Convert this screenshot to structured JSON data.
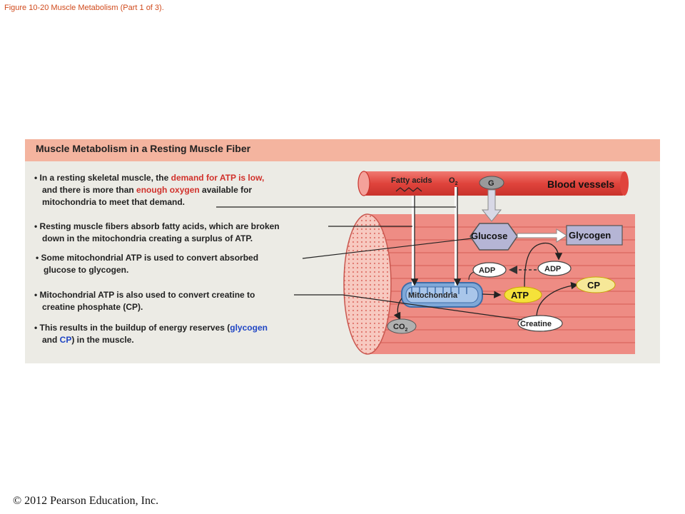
{
  "caption": "Figure 10-20 Muscle Metabolism (Part 1 of 3).",
  "panel_title": "Muscle Metabolism in a Resting Muscle Fiber",
  "bullets": {
    "b1": {
      "line1_pre": "• In a resting skeletal muscle, the ",
      "line1_hl": "demand for ATP is low,",
      "line2_pre": "and there is more than ",
      "line2_hl": "enough oxygen",
      "line2_post": " available for",
      "line3": "mitochondria to meet that demand."
    },
    "b2": {
      "line1": "• Resting muscle fibers absorb fatty acids, which are broken",
      "line2": "down in the mitochondria creating a surplus of ATP."
    },
    "b3": {
      "line1": "• Some mitochondrial ATP is used to convert absorbed",
      "line2": "glucose to glycogen."
    },
    "b4": {
      "line1": "• Mitochondrial ATP is also used to convert creatine to",
      "line2": "creatine phosphate (CP)."
    },
    "b5": {
      "line1_pre": "• This results in the buildup of energy reserves (",
      "line1_hl": "glycogen",
      "line2_pre": "and ",
      "line2_hl": "CP",
      "line2_post": ") in the muscle."
    }
  },
  "diagram": {
    "fatty_acids": "Fatty acids",
    "o2": "O",
    "o2_sub": "2",
    "g": "G",
    "blood_vessels": "Blood vessels",
    "glucose": "Glucose",
    "glycogen": "Glycogen",
    "adp_left": "ADP",
    "adp_right": "ADP",
    "cp": "CP",
    "atp": "ATP",
    "mitochondria": "Mitochondria",
    "creatine": "Creatine",
    "co2": "CO",
    "co2_sub": "2"
  },
  "copyright": "© 2012 Pearson Education, Inc.",
  "colors": {
    "caption": "#d04a1c",
    "header_band": "#f4b49f",
    "panel_bg": "#ecebe5",
    "highlight_red": "#d1312b",
    "highlight_blue": "#1f45c4",
    "muscle": "#ee8c84",
    "vessel": "#e0443c",
    "glucose": "#b5b5d5",
    "atp": "#f5e23a",
    "cp": "#f6e898",
    "mitochondria": "#7fa8d8"
  }
}
